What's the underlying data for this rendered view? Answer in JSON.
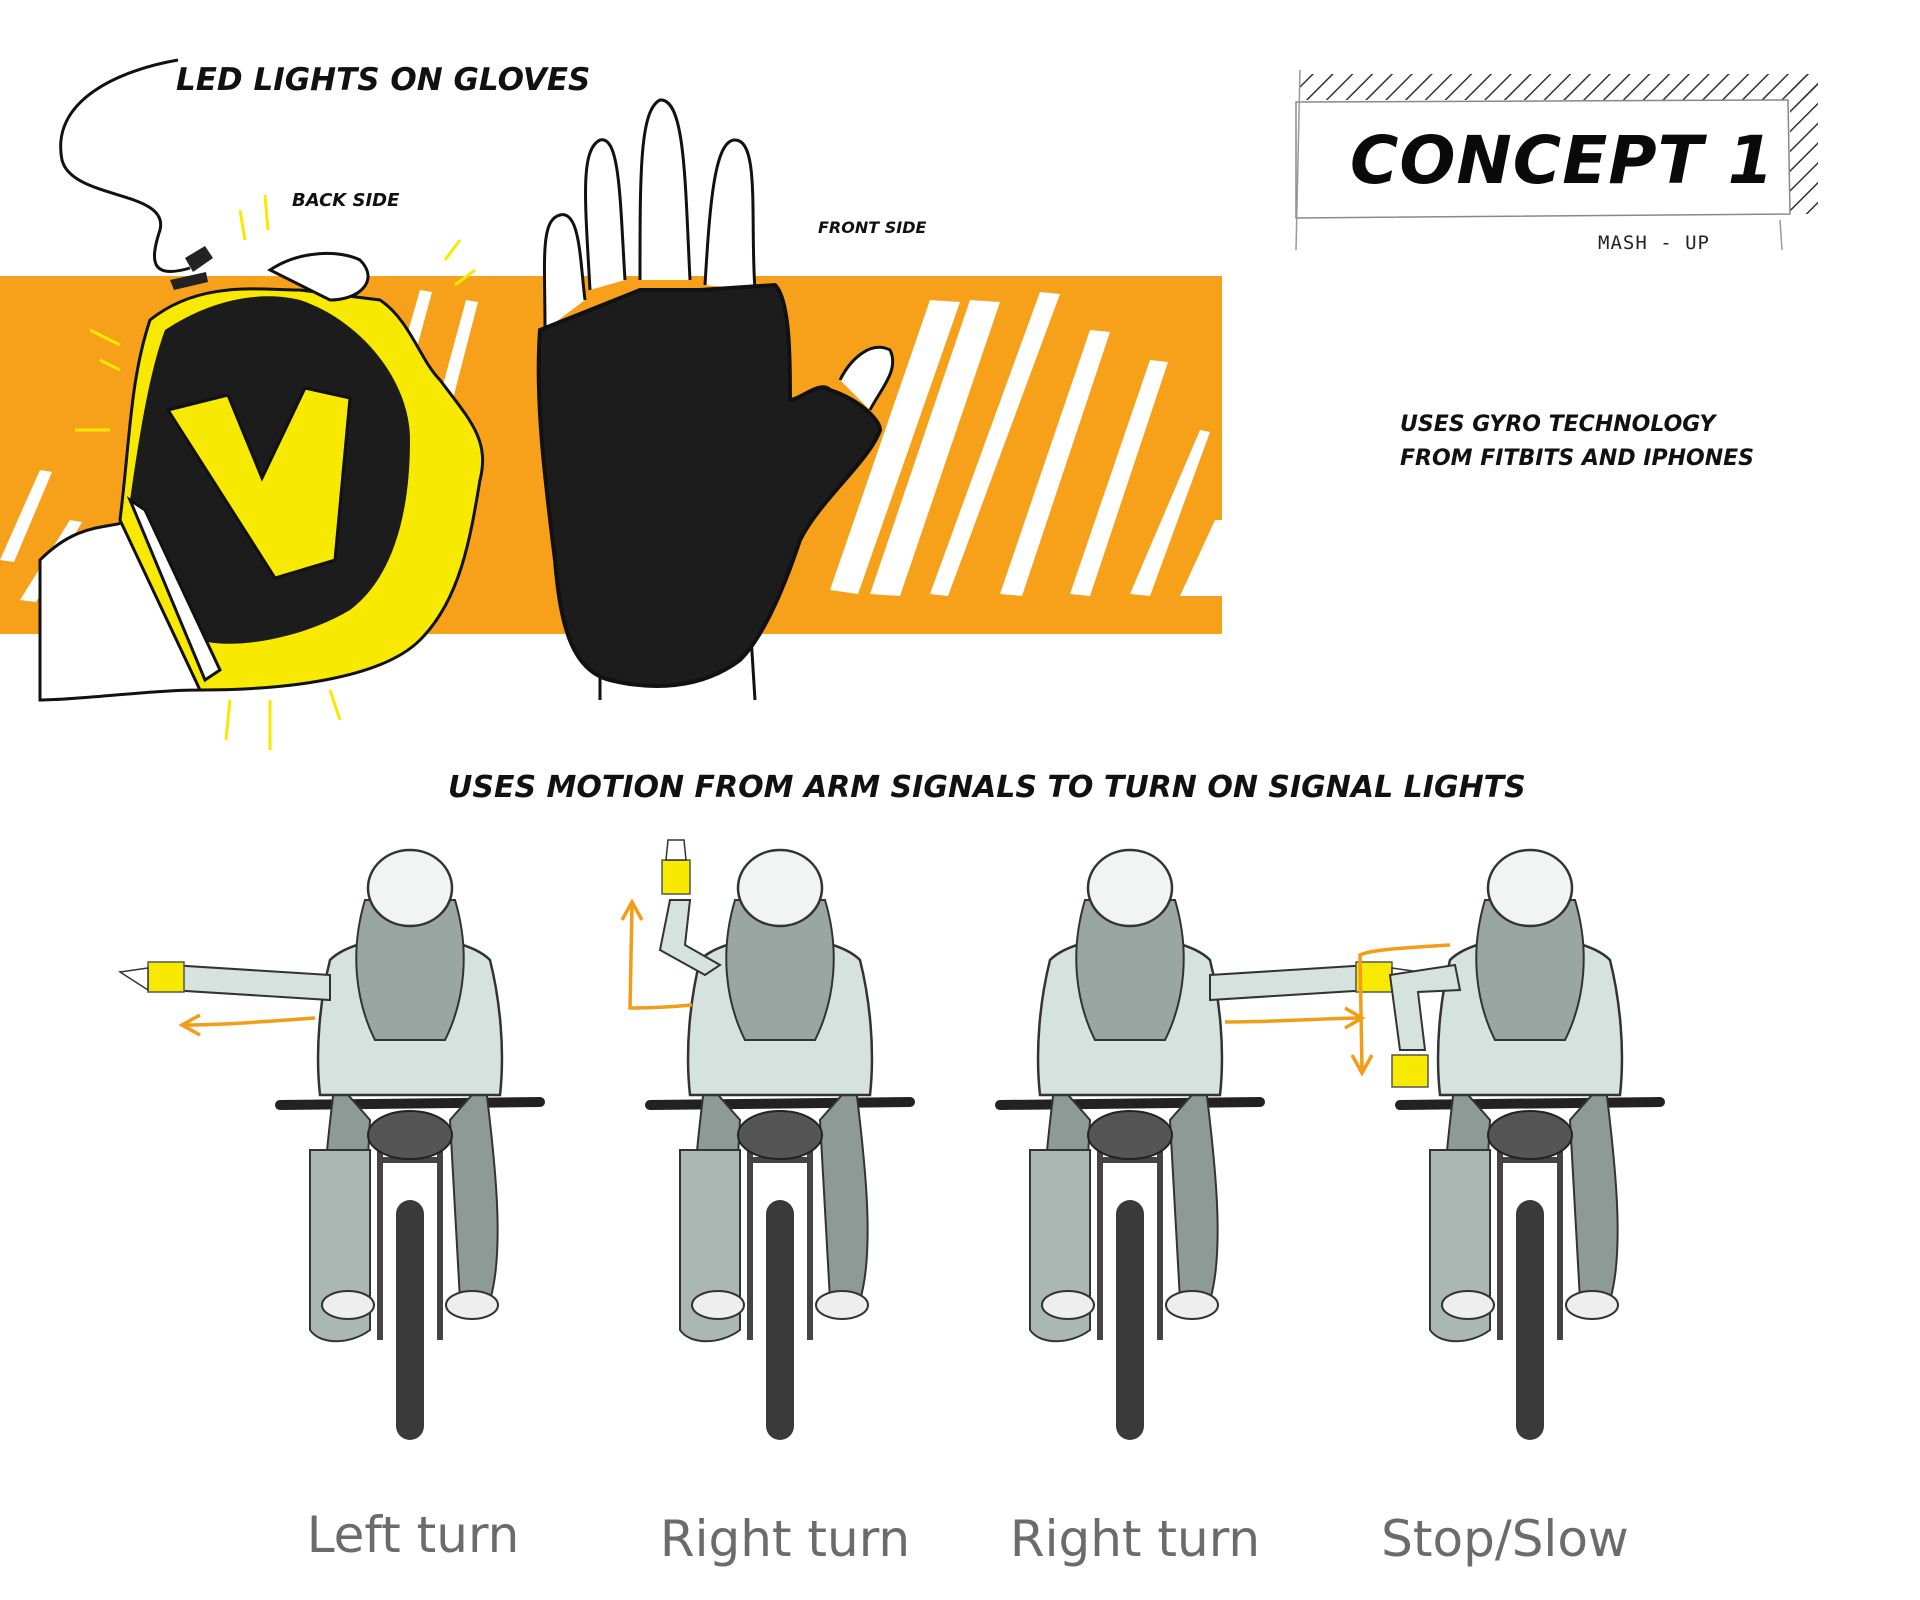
{
  "header": {
    "title": "LED LIGHTS ON GLOVES",
    "back_label": "BACK SIDE",
    "front_label": "FRONT SIDE"
  },
  "concept": {
    "title": "CONCEPT 1",
    "subtitle": "MASH - UP"
  },
  "notes": {
    "gyro_line1": "USES GYRO TECHNOLOGY",
    "gyro_line2": "FROM FITBITS AND IPHONES",
    "motion": "USES MOTION FROM ARM SIGNALS TO TURN ON SIGNAL LIGHTS"
  },
  "signals": [
    {
      "label": "Left turn"
    },
    {
      "label": "Right turn"
    },
    {
      "label": "Right turn"
    },
    {
      "label": "Stop/Slow"
    }
  ],
  "colors": {
    "band": "#f7a11b",
    "glove_led": "#f7ea00",
    "glove_black": "#1c1c1c",
    "arrow": "#f29d18",
    "figure_shade": "#aab7b2"
  }
}
